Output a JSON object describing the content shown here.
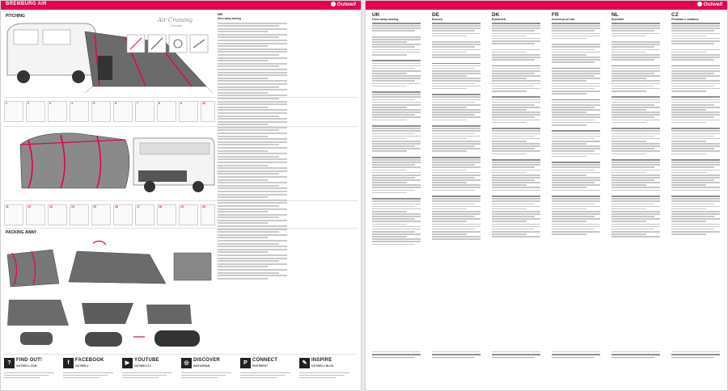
{
  "header": {
    "title": "BREMBURG AIR",
    "brand": "Outwell"
  },
  "left_sheet": {
    "section_pitching": "PITCHING",
    "section_packing": "PACKING AWAY",
    "collection_logo": "Air Cruising",
    "collection_sub": "Collection",
    "en_column": {
      "code": "UK",
      "title": "Drive-away awning"
    },
    "social_tiles": [
      {
        "title": "FIND OUT!",
        "sub": "OUTWELL.COM"
      },
      {
        "title": "FACEBOOK",
        "sub": "OUTWELL"
      },
      {
        "title": "YOUTUBE",
        "sub": "OUTWELLTV"
      },
      {
        "title": "DISCOVER",
        "sub": "INSTAGRAM"
      },
      {
        "title": "CONNECT",
        "sub": "PINTEREST"
      },
      {
        "title": "INSPIRE",
        "sub": "OUTWELL BLOG"
      }
    ]
  },
  "right_sheet": {
    "brand": "Outwell",
    "languages": [
      {
        "code": "UK",
        "title": "Drive-away awning"
      },
      {
        "code": "DE",
        "title": "Buszelt"
      },
      {
        "code": "DK",
        "title": "Busfortelt"
      },
      {
        "code": "FR",
        "title": "Auvent pour van"
      },
      {
        "code": "NL",
        "title": "Busluifel"
      },
      {
        "code": "CZ",
        "title": "Předstan k dodávce"
      }
    ]
  },
  "colors": {
    "accent": "#e7004c",
    "awning": "#6b6b6b",
    "line": "#c9c9c9"
  }
}
